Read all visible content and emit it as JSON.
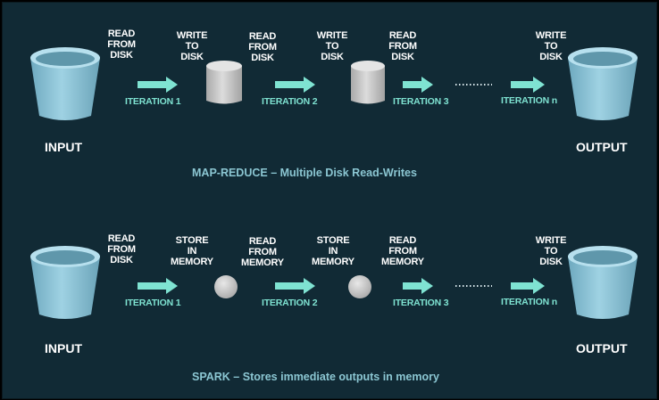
{
  "colors": {
    "background": "#112a35",
    "arrow": "#7fe3d2",
    "bucket": "#8ec5d8",
    "disk": "#c8c8c8",
    "memory": "#c8c8c8",
    "caption": "#8bc6d2"
  },
  "mapreduce": {
    "input_label": "INPUT",
    "output_label": "OUTPUT",
    "step1_top": "READ\nFROM\nDISK",
    "step2_top": "WRITE\nTO\nDISK",
    "step3_top": "READ\nFROM\nDISK",
    "step4_top": "WRITE\nTO\nDISK",
    "step5_top": "READ\nFROM\nDISK",
    "step6_top": "WRITE\nTO\nDISK",
    "iter1": "ITERATION 1",
    "iter2": "ITERATION 2",
    "iter3": "ITERATION 3",
    "itern": "ITERATION n",
    "caption": "MAP-REDUCE – Multiple Disk Read-Writes"
  },
  "spark": {
    "input_label": "INPUT",
    "output_label": "OUTPUT",
    "step1_top": "READ\nFROM\nDISK",
    "step2_top": "STORE\nIN\nMEMORY",
    "step3_top": "READ\nFROM\nMEMORY",
    "step4_top": "STORE\nIN\nMEMORY",
    "step5_top": "READ\nFROM\nMEMORY",
    "step6_top": "WRITE\nTO\nDISK",
    "iter1": "ITERATION 1",
    "iter2": "ITERATION 2",
    "iter3": "ITERATION 3",
    "itern": "ITERATION n",
    "caption": "SPARK – Stores immediate outputs in memory"
  }
}
